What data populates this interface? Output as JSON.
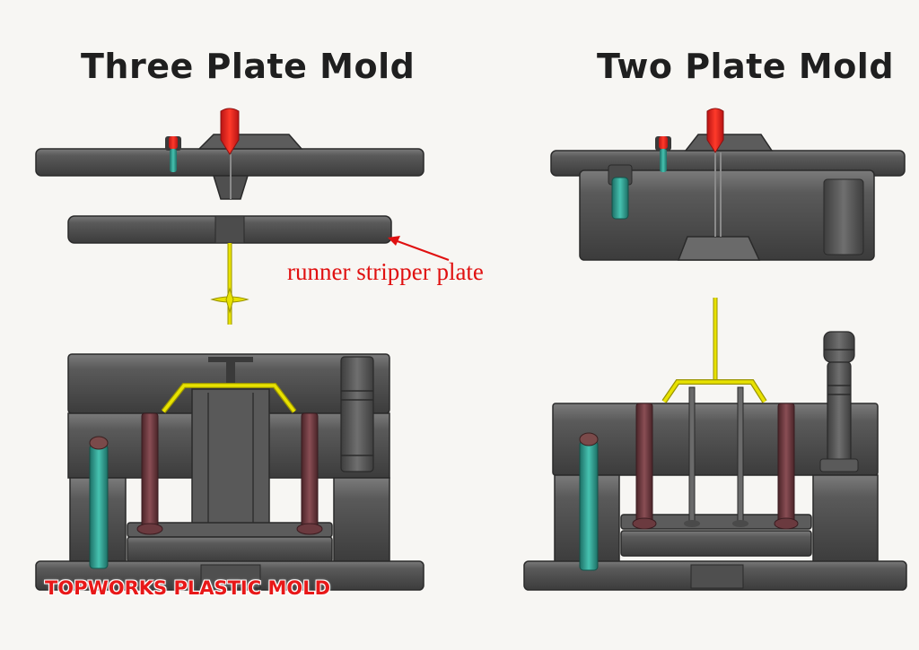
{
  "titles": {
    "left": "Three Plate Mold",
    "right": "Two Plate Mold"
  },
  "annotation": {
    "label": "runner stripper plate"
  },
  "brand": {
    "text": "TOPWORKS PLASTIC MOLD"
  },
  "colors": {
    "steel": "#4a4a4a",
    "steel_light": "#6a6a6a",
    "runner": "#e8e200",
    "sprue_nozzle": "#e01e1e",
    "guide_pin": "#2a9d8f",
    "ejector_pin": "#6b3a3f",
    "label_red": "#e01010"
  }
}
